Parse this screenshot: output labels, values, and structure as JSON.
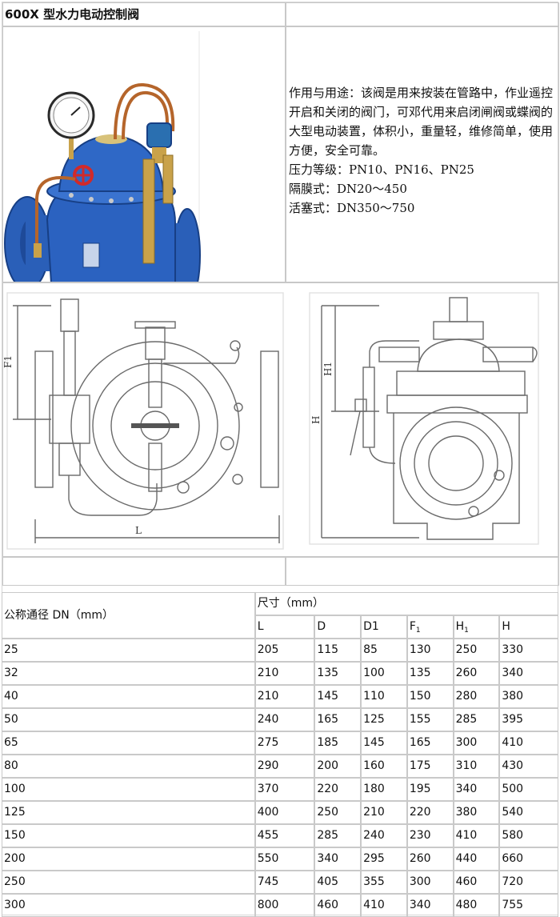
{
  "title": "600X 型水力电动控制阀",
  "description": {
    "usage": "作用与用途：该阀是用来按装在管路中，作业遥控开启和关闭的阀门，可邓代用来启闭闸阀或蝶阀的大型电动装置，体积小，重量轻，维修简单，使用方便，安全可靠。",
    "pressure": "压力等级：PN10、PN16、PN25",
    "diaphragm": "隔膜式：DN20～450",
    "piston": "活塞式：DN350～750"
  },
  "drawing_labels": {
    "left_L": "L",
    "left_F1": "F1",
    "right_H1": "H1",
    "right_H": "H"
  },
  "colors": {
    "valve_blue": "#2a5fb8",
    "brass": "#c9a24a",
    "copper": "#b5652b",
    "handwheel": "#d12a2a"
  },
  "spec_table": {
    "dn_header": "公称通径 DN（mm）",
    "size_header": "尺寸（mm）",
    "columns": [
      {
        "base": "L",
        "sub": ""
      },
      {
        "base": "D",
        "sub": ""
      },
      {
        "base": "D1",
        "sub": ""
      },
      {
        "base": "F",
        "sub": "1"
      },
      {
        "base": "H",
        "sub": "1"
      },
      {
        "base": "H",
        "sub": ""
      }
    ],
    "rows": [
      [
        "25",
        "205",
        "115",
        "85",
        "130",
        "250",
        "330"
      ],
      [
        "32",
        "210",
        "135",
        "100",
        "135",
        "260",
        "340"
      ],
      [
        "40",
        "210",
        "145",
        "110",
        "150",
        "280",
        "380"
      ],
      [
        "50",
        "240",
        "165",
        "125",
        "155",
        "285",
        "395"
      ],
      [
        "65",
        "275",
        "185",
        "145",
        "165",
        "300",
        "410"
      ],
      [
        "80",
        "290",
        "200",
        "160",
        "175",
        "310",
        "430"
      ],
      [
        "100",
        "370",
        "220",
        "180",
        "195",
        "340",
        "500"
      ],
      [
        "125",
        "400",
        "250",
        "210",
        "220",
        "380",
        "540"
      ],
      [
        "150",
        "455",
        "285",
        "240",
        "230",
        "410",
        "580"
      ],
      [
        "200",
        "550",
        "340",
        "295",
        "260",
        "440",
        "660"
      ],
      [
        "250",
        "745",
        "405",
        "355",
        "300",
        "460",
        "720"
      ],
      [
        "300",
        "800",
        "460",
        "410",
        "340",
        "480",
        "755"
      ]
    ]
  }
}
